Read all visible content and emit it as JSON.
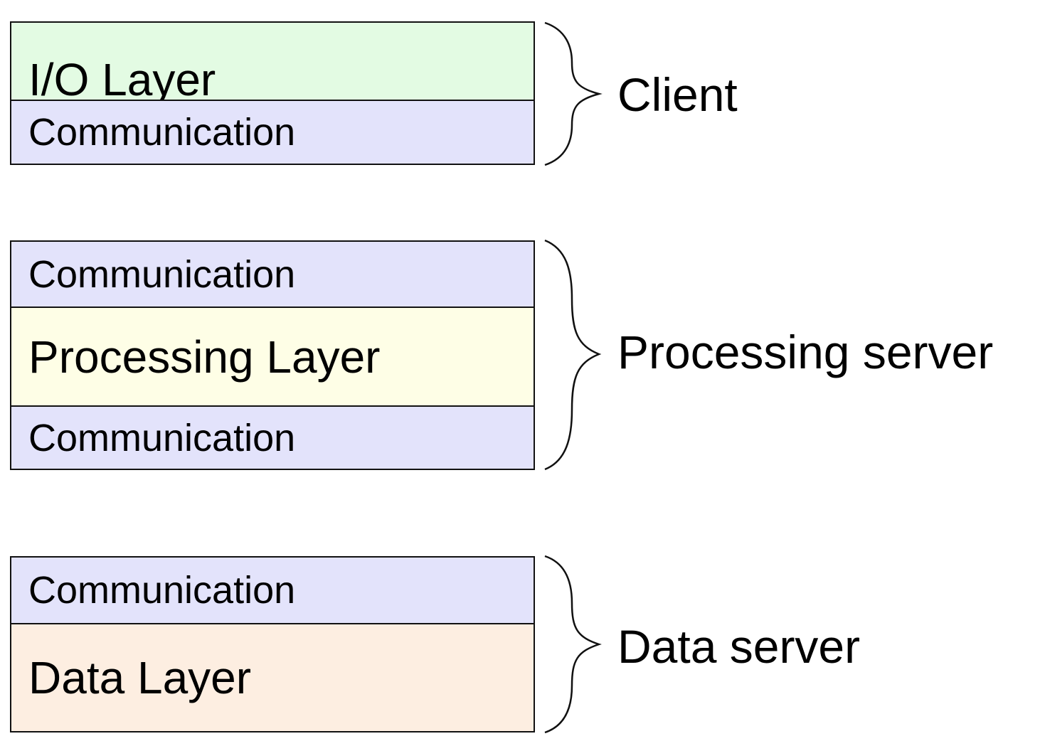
{
  "colors": {
    "io_layer": "#e3fbe3",
    "communication": "#e3e3fb",
    "processing_layer": "#fefee6",
    "data_layer": "#fdeee1",
    "border": "#111111"
  },
  "groups": [
    {
      "name": "Client",
      "layers": [
        {
          "label": "I/O Layer",
          "kind": "io_layer"
        },
        {
          "label": "Communication",
          "kind": "communication"
        }
      ]
    },
    {
      "name": "Processing server",
      "layers": [
        {
          "label": "Communication",
          "kind": "communication"
        },
        {
          "label": "Processing Layer",
          "kind": "processing_layer"
        },
        {
          "label": "Communication",
          "kind": "communication"
        }
      ]
    },
    {
      "name": "Data server",
      "layers": [
        {
          "label": "Communication",
          "kind": "communication"
        },
        {
          "label": "Data Layer",
          "kind": "data_layer"
        }
      ]
    }
  ]
}
